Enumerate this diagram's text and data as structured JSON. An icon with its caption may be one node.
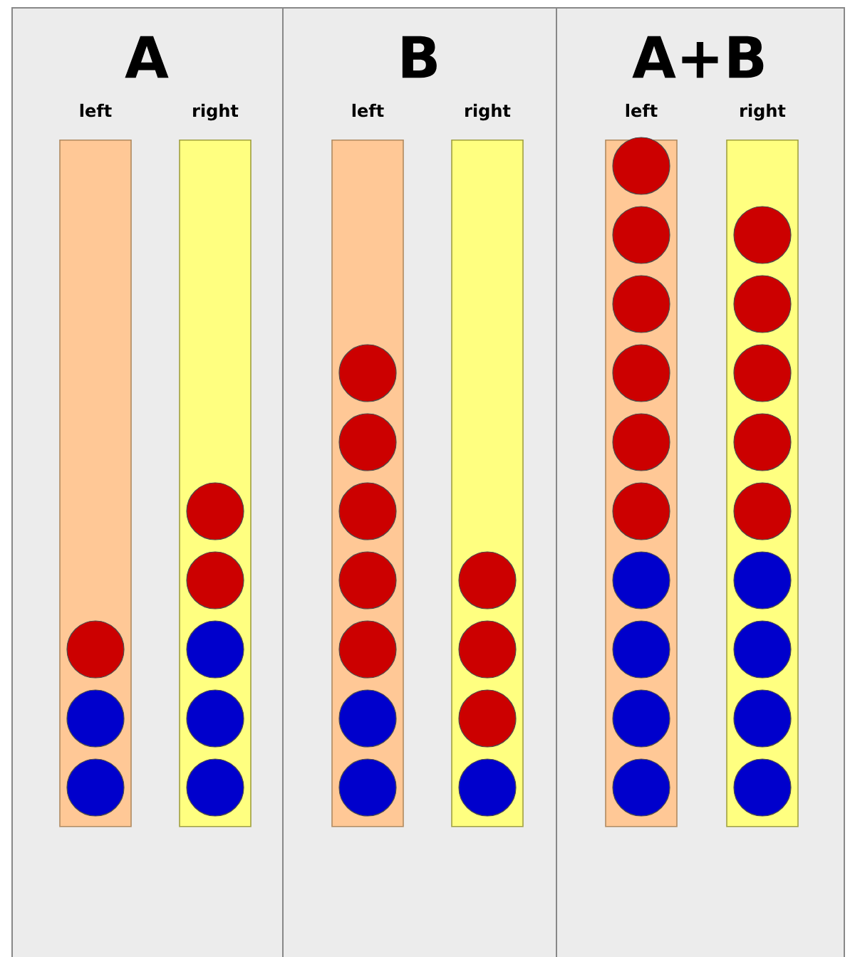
{
  "diagram": {
    "nodes": [
      {
        "text": [
          "A"
        ]
      },
      {
        "text": [
          "left"
        ],
        "in": 0
      },
      {
        "text": [],
        "shape": "circle",
        "in": 1
      },
      {
        "text": [],
        "shape": "circle",
        "in": 1
      },
      {
        "text": [],
        "shape": "circle",
        "in": 1
      },
      {
        "text": [
          "right"
        ],
        "in": 0
      },
      {
        "text": [],
        "shape": "circle",
        "in": 5
      },
      {
        "text": [],
        "shape": "circle",
        "in": 5
      },
      {
        "text": [],
        "shape": "circle",
        "in": 5
      },
      {
        "text": [],
        "shape": "circle",
        "in": 5
      },
      {
        "text": [],
        "shape": "circle",
        "in": 5
      },
      {
        "text": [
          "B"
        ]
      },
      {
        "text": [
          "left"
        ],
        "in": 11
      },
      {
        "text": [],
        "shape": "circle",
        "in": 12
      },
      {
        "text": [],
        "shape": "circle",
        "in": 12
      },
      {
        "text": [],
        "shape": "circle",
        "in": 12
      },
      {
        "text": [],
        "shape": "circle",
        "in": 12
      },
      {
        "text": [],
        "shape": "circle",
        "in": 12
      },
      {
        "text": [],
        "shape": "circle",
        "in": 12
      },
      {
        "text": [],
        "shape": "circle",
        "in": 12
      },
      {
        "text": [
          "right"
        ],
        "in": 11
      },
      {
        "text": [],
        "shape": "circle",
        "in": 20
      },
      {
        "text": [],
        "shape": "circle",
        "in": 20
      },
      {
        "text": [],
        "shape": "circle",
        "in": 20
      },
      {
        "text": [],
        "shape": "circle",
        "in": 20
      },
      {
        "text": [
          "A+B"
        ]
      },
      {
        "text": [
          "left"
        ],
        "in": 25
      },
      {
        "text": [],
        "shape": "circle",
        "in": 26
      },
      {
        "text": [],
        "shape": "circle",
        "in": 26
      },
      {
        "text": [],
        "shape": "circle",
        "in": 26
      },
      {
        "text": [],
        "shape": "circle",
        "in": 26
      },
      {
        "text": [],
        "shape": "circle",
        "in": 26
      },
      {
        "text": [],
        "shape": "circle",
        "in": 26
      },
      {
        "text": [],
        "shape": "circle",
        "in": 26
      },
      {
        "text": [],
        "shape": "circle",
        "in": 26
      },
      {
        "text": [],
        "shape": "circle",
        "in": 26
      },
      {
        "text": [],
        "shape": "circle",
        "in": 26
      },
      {
        "text": [
          "right"
        ],
        "in": 25
      },
      {
        "text": [],
        "shape": "circle",
        "in": 37
      },
      {
        "text": [],
        "shape": "circle",
        "in": 37
      },
      {
        "text": [],
        "shape": "circle",
        "in": 37
      },
      {
        "text": [],
        "shape": "circle",
        "in": 37
      },
      {
        "text": [],
        "shape": "circle",
        "in": 37
      },
      {
        "text": [],
        "shape": "circle",
        "in": 37
      },
      {
        "text": [],
        "shape": "circle",
        "in": 37
      },
      {
        "text": [],
        "shape": "circle",
        "in": 37
      },
      {
        "text": [],
        "shape": "circle",
        "in": 37
      }
    ]
  }
}
